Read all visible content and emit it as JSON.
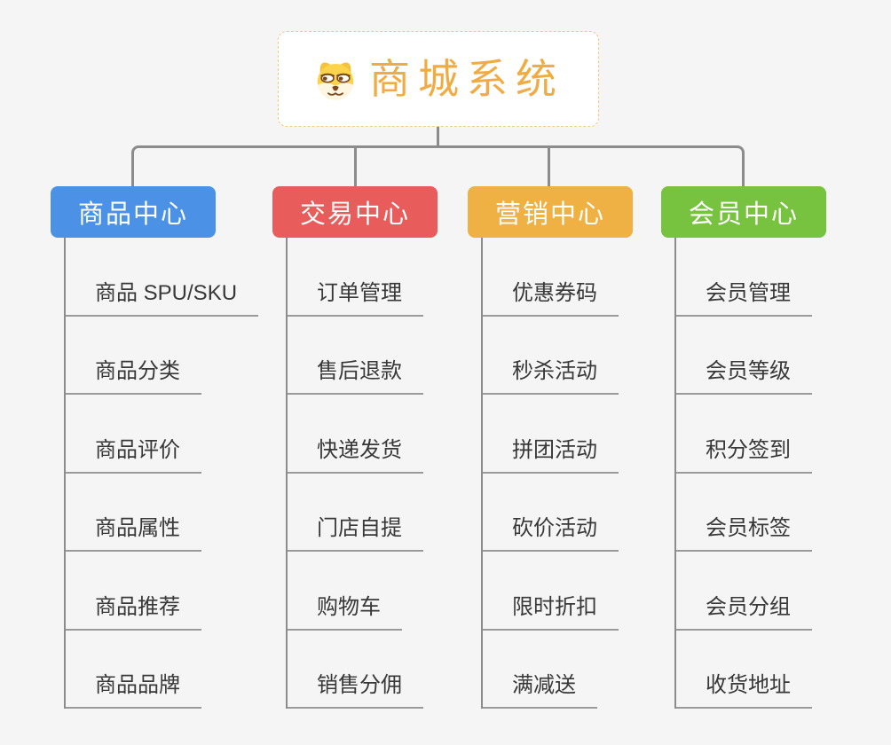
{
  "theme": {
    "background": "#F5F5F6",
    "line_color": "#8C8C8C",
    "underline_color": "#9A9A9A",
    "child_text_color": "#383838",
    "root_text_color": "#F0AC43",
    "root_border_color": "#F6C87E"
  },
  "root": {
    "title": "商城系统",
    "icon": "dog-face-icon"
  },
  "branches": [
    {
      "label": "商品中心",
      "color": "#4B92E6",
      "children": [
        "商品 SPU/SKU",
        "商品分类",
        "商品评价",
        "商品属性",
        "商品推荐",
        "商品品牌"
      ]
    },
    {
      "label": "交易中心",
      "color": "#E85C5C",
      "children": [
        "订单管理",
        "售后退款",
        "快递发货",
        "门店自提",
        "购物车",
        "销售分佣"
      ]
    },
    {
      "label": "营销中心",
      "color": "#EFB144",
      "children": [
        "优惠券码",
        "秒杀活动",
        "拼团活动",
        "砍价活动",
        "限时折扣",
        "满减送"
      ]
    },
    {
      "label": "会员中心",
      "color": "#77C23E",
      "children": [
        "会员管理",
        "会员等级",
        "积分签到",
        "会员标签",
        "会员分组",
        "收货地址"
      ]
    }
  ]
}
